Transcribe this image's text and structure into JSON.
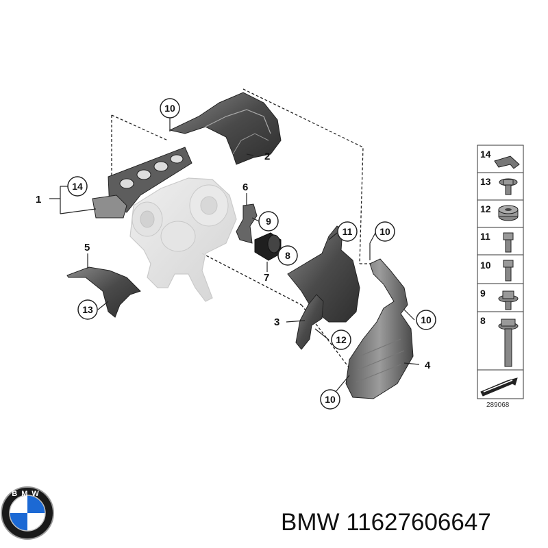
{
  "callouts": {
    "c1": "1",
    "c2": "2",
    "c3": "3",
    "c4": "4",
    "c5": "5",
    "c6": "6",
    "c7": "7",
    "c8": "8",
    "c9": "9",
    "c10a": "10",
    "c10b": "10",
    "c10c": "10",
    "c10d": "10",
    "c11": "11",
    "c12": "12",
    "c13": "13",
    "c14": "14"
  },
  "legend": {
    "items": [
      "14",
      "13",
      "12",
      "11",
      "10",
      "9",
      "8"
    ],
    "ref_number": "289068"
  },
  "logo": {
    "brand_text": "BMW",
    "colors": {
      "blue": "#1c69d4",
      "white": "#ffffff",
      "ring": "#1a1a1a",
      "silver": "#c0c0c0"
    }
  },
  "caption": {
    "text": "BMW 11627606647"
  },
  "colors": {
    "shield_dark": "#3f3f3f",
    "shield_mid": "#6a6a6a",
    "shield_light": "#9a9a9a",
    "turbo_ghost": "#e6e6e6",
    "line": "#222222"
  }
}
